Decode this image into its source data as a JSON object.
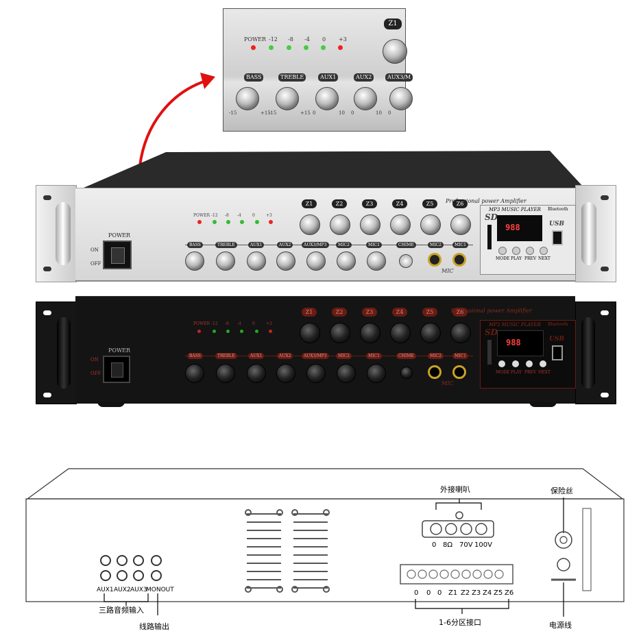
{
  "inset": {
    "z1": "Z1",
    "leds": [
      "POWER",
      "-12",
      "-8",
      "-4",
      "0",
      "+3"
    ],
    "tags": [
      "BASS",
      "TREBLE",
      "AUX1",
      "AUX2",
      "AUX3/M"
    ],
    "scale": [
      "-15",
      "+15",
      "-15",
      "+15",
      "0",
      "10",
      "0",
      "10",
      "0"
    ]
  },
  "front": {
    "brand": "Professional power Amplifier",
    "power_label": "POWER",
    "on": "ON",
    "off": "OFF",
    "zones": [
      "Z1",
      "Z2",
      "Z3",
      "Z4",
      "Z5",
      "Z6"
    ],
    "leds": [
      "POWER",
      "-12",
      "-8",
      "-4",
      "0",
      "+3"
    ],
    "tags": [
      "BASS",
      "TREBLE",
      "AUX1",
      "AUX2",
      "AUX3/MP3",
      "MIC2",
      "MIC1",
      "CHIME",
      "MIC2",
      "MIC1"
    ],
    "mic": "MIC",
    "player_title": "MP3 MUSIC PLAYER",
    "bluetooth": "Bluetooth",
    "sd": "SD",
    "usb": "USB",
    "display": "988",
    "buttons": [
      "MODE",
      "PLAY",
      "PREV",
      "NEXT"
    ]
  },
  "rear": {
    "speaker_title": "外接喇叭",
    "speaker_taps": [
      "0",
      "8Ω",
      "70V",
      "100V"
    ],
    "fuse_title": "保险丝",
    "inputs": [
      "AUX1",
      "AUX2",
      "AUX3",
      "MONOUT"
    ],
    "inputs_caption": "三路音频输入",
    "line_out_caption": "线路输出",
    "zone_terms": [
      "0",
      "0",
      "0",
      "Z1",
      "Z2",
      "Z3",
      "Z4",
      "Z5",
      "Z6"
    ],
    "zone_caption": "1-6分区接口",
    "power_caption": "电源线"
  }
}
